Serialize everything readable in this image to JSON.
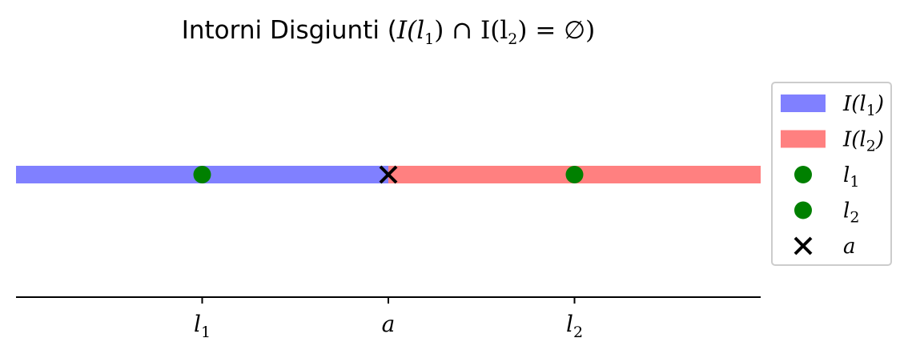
{
  "chart_data": {
    "type": "line",
    "title": "Intorni Disgiunti (I(l₁) ∩ I(l₂) = ∅)",
    "title_parts": {
      "prefix": "Intorni Disgiunti (",
      "math": "I(l",
      "sub1": "1",
      "mid": ") ∩ I(l",
      "sub2": "2",
      "suffix": ") = ∅)"
    },
    "xlim": [
      -2,
      2
    ],
    "grid": false,
    "legend_position": "right",
    "intervals": [
      {
        "name": "I(l₁)",
        "label_base": "I(l",
        "label_sub": "1",
        "label_close": ")",
        "from": -2,
        "to": 0,
        "color": "#8080ff"
      },
      {
        "name": "I(l₂)",
        "label_base": "I(l",
        "label_sub": "2",
        "label_close": ")",
        "from": 0,
        "to": 2,
        "color": "#ff8080"
      }
    ],
    "points": [
      {
        "name": "l₁",
        "label_base": "l",
        "label_sub": "1",
        "x": -1,
        "y": 0,
        "color": "#008000",
        "marker": "circle"
      },
      {
        "name": "l₂",
        "label_base": "l",
        "label_sub": "2",
        "x": 1,
        "y": 0,
        "color": "#008000",
        "marker": "circle"
      },
      {
        "name": "a",
        "label_base": "a",
        "label_sub": "",
        "x": 0,
        "y": 0,
        "color": "#000000",
        "marker": "x"
      }
    ],
    "xticks": [
      {
        "value": -1,
        "base": "l",
        "sub": "1"
      },
      {
        "value": 0,
        "base": "a",
        "sub": ""
      },
      {
        "value": 1,
        "base": "l",
        "sub": "2"
      }
    ]
  }
}
